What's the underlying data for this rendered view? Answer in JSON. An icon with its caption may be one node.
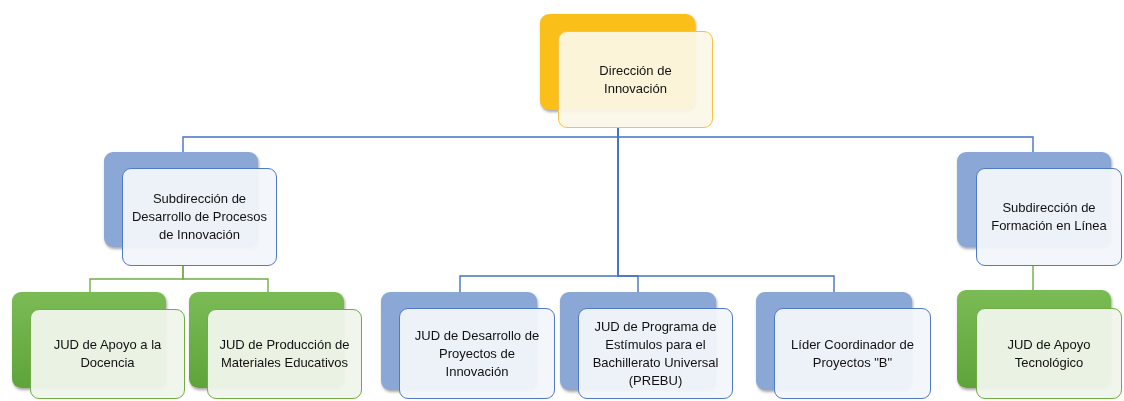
{
  "diagram": {
    "nodes": [
      {
        "text": [
          "Dirección de Innovación"
        ]
      },
      {
        "text": [
          "Subdirección de Desarrollo de Procesos de Innovación"
        ]
      },
      {
        "text": [
          "Subdirección de Formación en Línea"
        ]
      },
      {
        "text": [
          "JUD de Apoyo a la Docencia"
        ]
      },
      {
        "text": [
          "JUD de Producción de Materiales Educativos"
        ]
      },
      {
        "text": [
          "JUD de Desarrollo de Proyectos de Innovación"
        ]
      },
      {
        "text": [
          "JUD de Programa de Estímulos para el Bachillerato Universal (PREBU)"
        ]
      },
      {
        "text": [
          "Líder Coordinador de Proyectos \"B\""
        ]
      },
      {
        "text": [
          "JUD de Apoyo Tecnológico"
        ]
      }
    ],
    "edges": [
      {
        "from": 0,
        "to": 1,
        "arrow": "none"
      },
      {
        "from": 0,
        "to": 2,
        "arrow": "none"
      },
      {
        "from": 0,
        "to": 5,
        "arrow": "none"
      },
      {
        "from": 0,
        "to": 6,
        "arrow": "none"
      },
      {
        "from": 0,
        "to": 7,
        "arrow": "none"
      },
      {
        "from": 1,
        "to": 3,
        "arrow": "none",
        "color": "#70ad47"
      },
      {
        "from": 1,
        "to": 4,
        "arrow": "none",
        "color": "#70ad47"
      },
      {
        "from": 2,
        "to": 8,
        "arrow": "none",
        "color": "#70ad47"
      }
    ]
  }
}
